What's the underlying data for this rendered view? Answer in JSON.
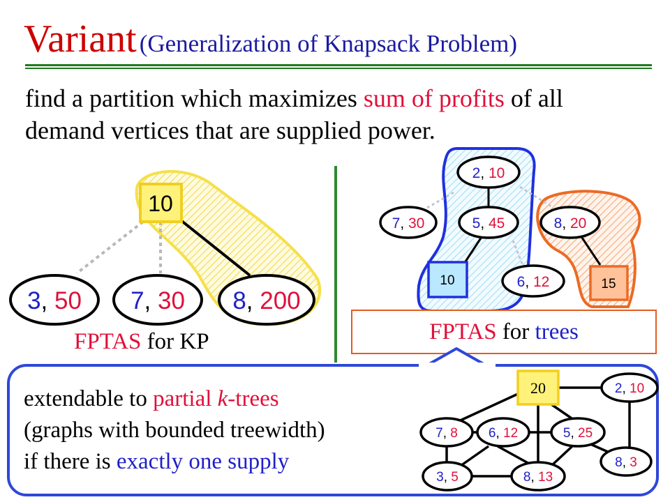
{
  "title": {
    "main": "Variant",
    "sub": "(Generalization of Knapsack Problem)"
  },
  "description": {
    "part1": "find a partition which maximizes ",
    "highlight": "sum of profits",
    "part2": " of all demand vertices that are supplied power."
  },
  "kp": {
    "supply": "10",
    "demands": [
      {
        "a": "3",
        "b": "50"
      },
      {
        "a": "7",
        "b": "30"
      },
      {
        "a": "8",
        "b": "200"
      }
    ],
    "label_red": "FPTAS",
    "label_rest": " for KP"
  },
  "tree": {
    "demands": [
      {
        "a": "2",
        "b": "10"
      },
      {
        "a": "7",
        "b": "30"
      },
      {
        "a": "5",
        "b": "45"
      },
      {
        "a": "8",
        "b": "20"
      },
      {
        "a": "6",
        "b": "12"
      }
    ],
    "supplies": [
      "10",
      "15"
    ],
    "label_red": "FPTAS",
    "label_mid": " for ",
    "label_blue": "trees"
  },
  "graph": {
    "supply": "20",
    "demands": [
      {
        "a": "2",
        "b": "10"
      },
      {
        "a": "7",
        "b": "8"
      },
      {
        "a": "6",
        "b": "12"
      },
      {
        "a": "5",
        "b": "25"
      },
      {
        "a": "8",
        "b": "3"
      },
      {
        "a": "3",
        "b": "5"
      },
      {
        "a": "8",
        "b": "13"
      }
    ]
  },
  "bottom": {
    "line1_a": "extendable to ",
    "line1_b": "partial ",
    "line1_k": "k",
    "line1_c": "-trees",
    "line2": "(graphs with bounded treewidth)",
    "line3_a": "if there is ",
    "line3_b": "exactly one supply"
  },
  "colors": {
    "title": "#cc0000",
    "highlight": "#e0103a",
    "blue_text": "#2020c8",
    "rule": "#1e7a1e",
    "supply_fill": "#fff27a",
    "yellow_region": "#f5e04a",
    "blue_region": "#2030e0",
    "orange_region": "#ec6a24",
    "blue_supply_fill": "#b9e8ff",
    "orange_supply_fill": "#ffc29a"
  }
}
